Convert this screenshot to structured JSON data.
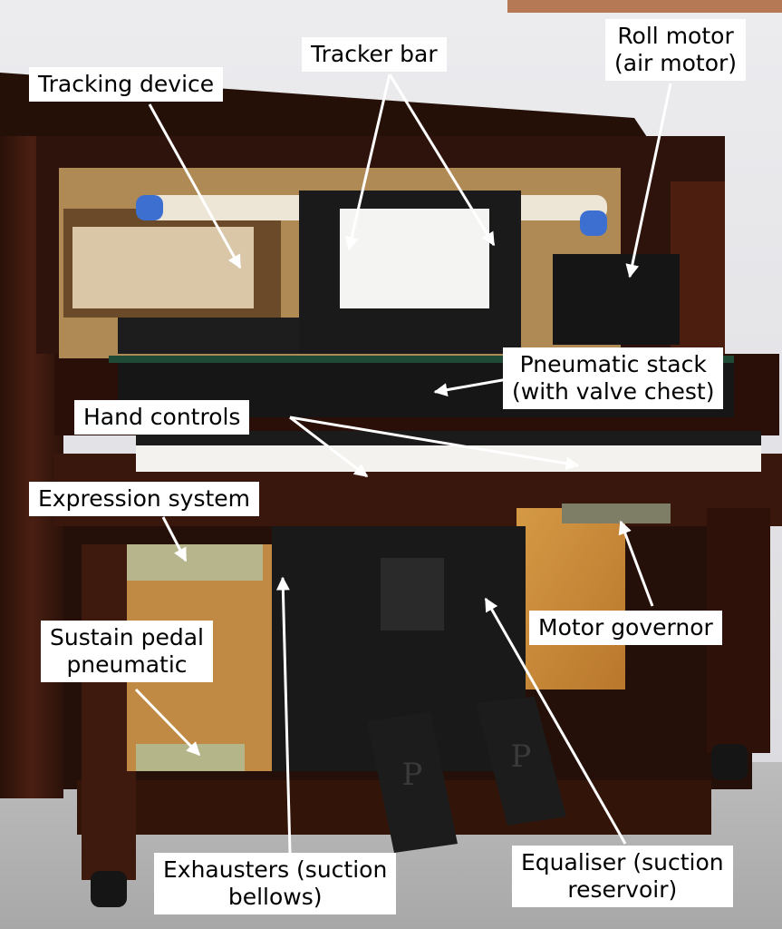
{
  "labels": {
    "tracking_device": "Tracking device",
    "tracker_bar": "Tracker bar",
    "roll_motor": {
      "line1": "Roll motor",
      "line2": "(air motor)"
    },
    "pneumatic_stack": {
      "line1": "Pneumatic stack",
      "line2": "(with valve chest)"
    },
    "hand_controls": "Hand controls",
    "expression_system": "Expression system",
    "sustain_pedal": {
      "line1": "Sustain pedal",
      "line2": "pneumatic"
    },
    "motor_governor": "Motor governor",
    "exhausters": {
      "line1": "Exhausters (suction",
      "line2": "bellows)"
    },
    "equaliser": {
      "line1": "Equaliser (suction",
      "line2": "reservoir)"
    }
  },
  "pedal_letter": "P",
  "colors": {
    "label_bg": "#ffffff",
    "arrow": "#ffffff",
    "text": "#000000"
  }
}
